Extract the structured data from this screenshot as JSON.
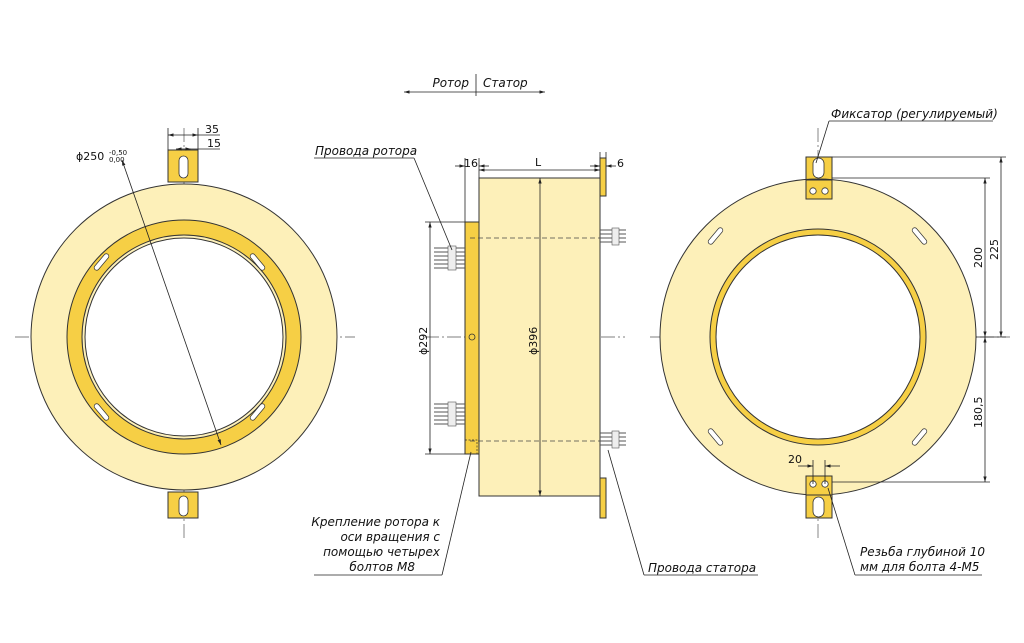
{
  "header": {
    "rotor": "Ротор",
    "stator": "Статор"
  },
  "labels": {
    "rotor_wires": "Провода ротора",
    "stator_wires": "Провода статора",
    "clamp": "Фиксатор (регулируемый)",
    "rotor_mount_1": "Крепление ротора к",
    "rotor_mount_2": "оси вращения с",
    "rotor_mount_3": "помощью четырех",
    "rotor_mount_4": "болтов М8",
    "thread_1": "Резьба глубиной 10",
    "thread_2": "мм для болта 4-М5"
  },
  "dims": {
    "d250": "ϕ250",
    "tol_upper": "-0,50",
    "tol_lower": "0,00",
    "w35": "35",
    "w15": "15",
    "w16": "16",
    "wL": "L",
    "w6": "6",
    "d292": "ϕ292",
    "d396": "ϕ396",
    "h200": "200",
    "h225": "225",
    "h180": "180,5",
    "w20": "20"
  }
}
